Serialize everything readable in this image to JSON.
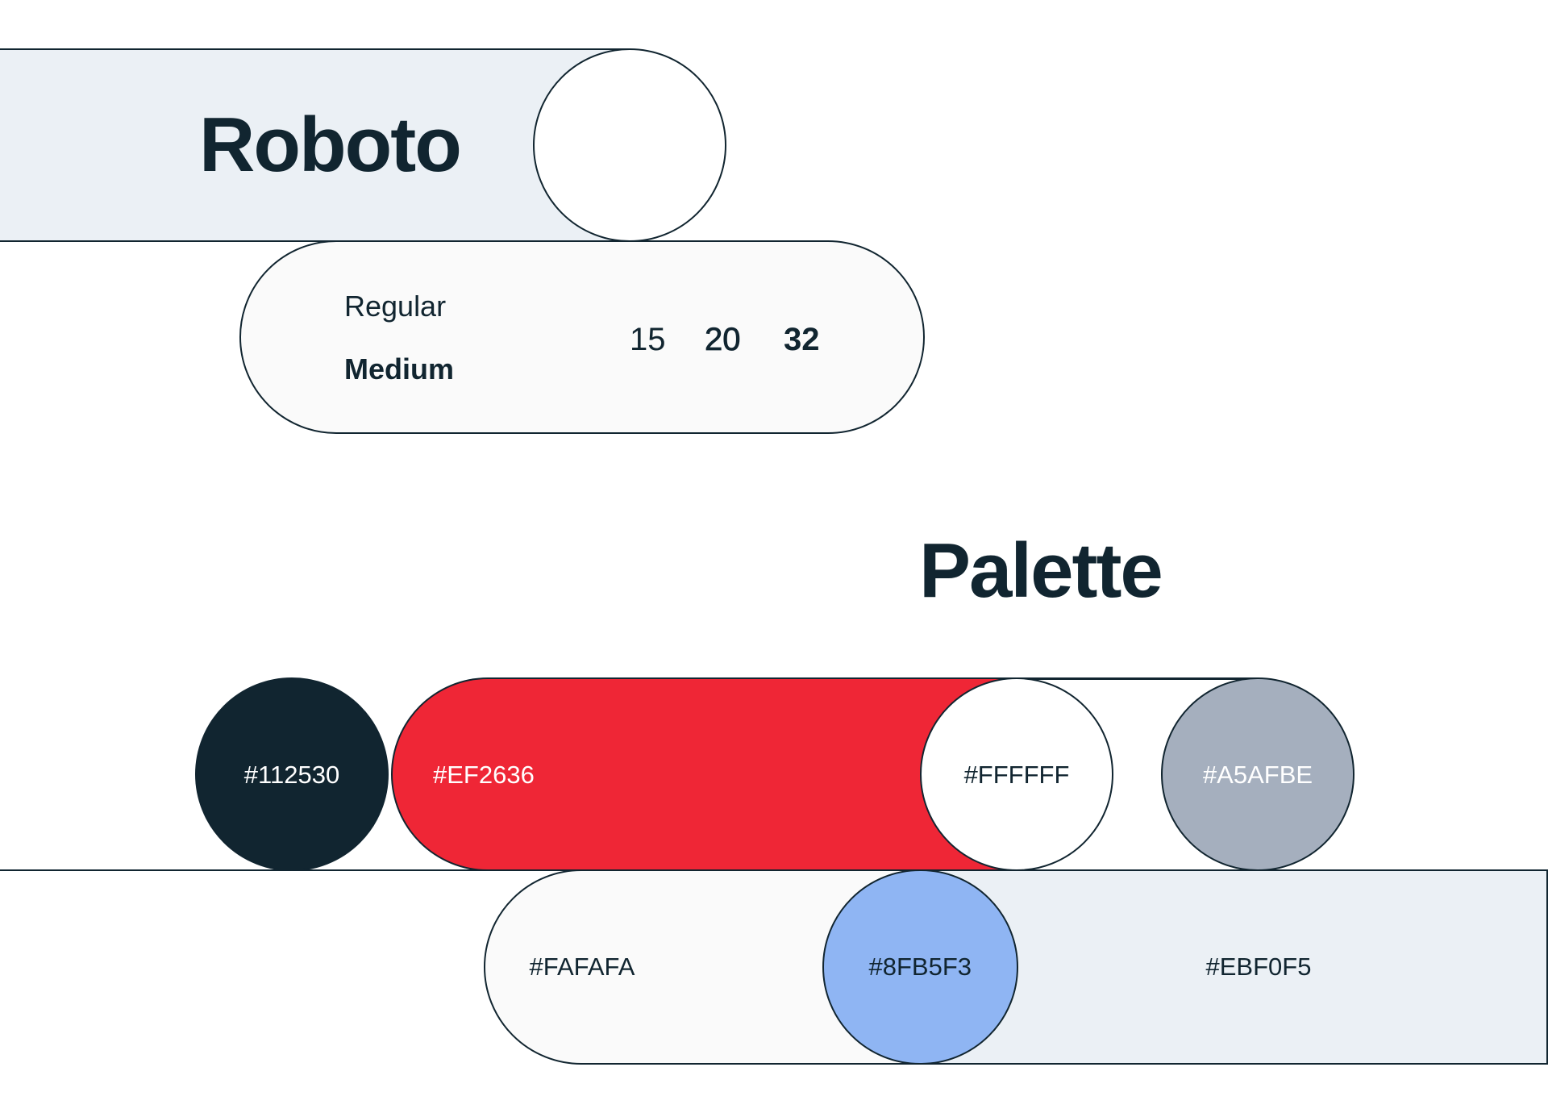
{
  "typography_card": {
    "font_name": "Roboto",
    "weight_labels": {
      "regular": "Regular",
      "medium": "Medium"
    },
    "size_labels": {
      "s15": "15",
      "s20": "20",
      "s32": "32"
    }
  },
  "palette": {
    "title": "Palette",
    "swatches": {
      "dark": "#112530",
      "red": "#EF2636",
      "white": "#FFFFFF",
      "gray": "#A5AFBE",
      "off_white": "#FAFAFA",
      "blue": "#8FB5F3",
      "light": "#EBF0F5"
    }
  },
  "colors": {
    "stroke": "#112530",
    "heading_text": "#112530",
    "label_on_dark": "#FFFFFF",
    "label_on_light": "#112530",
    "page_background": "#FFFFFF"
  }
}
